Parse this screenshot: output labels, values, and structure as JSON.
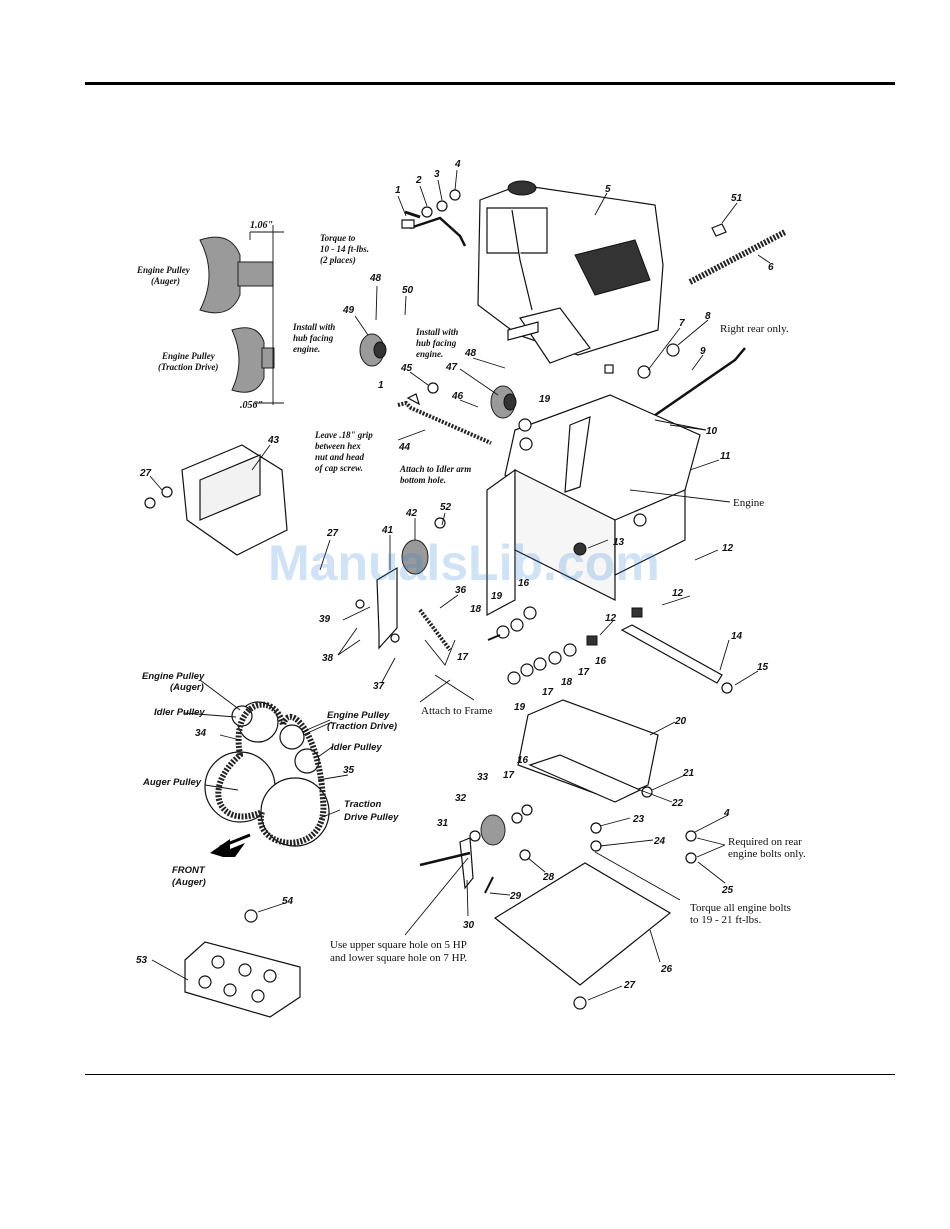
{
  "dimensions": {
    "width_top": "1.06\"",
    "width_bottom": ".056\""
  },
  "labels": {
    "engine_pulley_auger_top": [
      "Engine Pulley",
      "(Auger)"
    ],
    "engine_pulley_traction_top": [
      "Engine Pulley",
      "(Traction Drive)"
    ],
    "torque_note": [
      "Torque to",
      "10 - 14 ft-lbs.",
      "(2 places)"
    ],
    "install_hub_left": [
      "Install with",
      "hub facing",
      "engine."
    ],
    "install_hub_mid": [
      "Install with",
      "hub facing",
      "engine."
    ],
    "leave_grip": [
      "Leave .18\" grip",
      "between hex",
      "nut and head",
      "of cap screw."
    ],
    "attach_idler": [
      "Attach to Idler arm",
      "bottom hole."
    ],
    "right_rear": "Right rear only.",
    "engine": "Engine",
    "attach_frame": "Attach to Frame",
    "belt_engine_auger": [
      "Engine Pulley",
      "(Auger)"
    ],
    "belt_idler_left": "Idler Pulley",
    "belt_engine_traction": [
      "Engine Pulley",
      "(Traction Drive)"
    ],
    "belt_idler_right": "Idler Pulley",
    "belt_auger_pulley": "Auger Pulley",
    "belt_traction_pulley": [
      "Traction",
      "Drive Pulley"
    ],
    "front": [
      "FRONT",
      "(Auger)"
    ],
    "required_rear": [
      "Required on rear",
      "engine bolts only."
    ],
    "torque_engine": [
      "Torque all engine bolts",
      "to 19 - 21 ft-lbs."
    ],
    "square_hole": [
      "Use upper square hole on 5 HP",
      "and lower square hole on 7 HP."
    ],
    "watermark": "ManualsLib.com"
  },
  "callouts": [
    {
      "id": "c1a",
      "n": "1"
    },
    {
      "id": "c2",
      "n": "2"
    },
    {
      "id": "c3",
      "n": "3"
    },
    {
      "id": "c4a",
      "n": "4"
    },
    {
      "id": "c5",
      "n": "5"
    },
    {
      "id": "c51",
      "n": "51"
    },
    {
      "id": "c6",
      "n": "6"
    },
    {
      "id": "c48a",
      "n": "48"
    },
    {
      "id": "c50",
      "n": "50"
    },
    {
      "id": "c49",
      "n": "49"
    },
    {
      "id": "c8",
      "n": "8"
    },
    {
      "id": "c7",
      "n": "7"
    },
    {
      "id": "c9",
      "n": "9"
    },
    {
      "id": "c48b",
      "n": "48"
    },
    {
      "id": "c45",
      "n": "45"
    },
    {
      "id": "c47",
      "n": "47"
    },
    {
      "id": "c1b",
      "n": "1"
    },
    {
      "id": "c46",
      "n": "46"
    },
    {
      "id": "c19a",
      "n": "19"
    },
    {
      "id": "c10",
      "n": "10"
    },
    {
      "id": "c44",
      "n": "44"
    },
    {
      "id": "c43",
      "n": "43"
    },
    {
      "id": "c11",
      "n": "11"
    },
    {
      "id": "c27a",
      "n": "27"
    },
    {
      "id": "c52",
      "n": "52"
    },
    {
      "id": "c42",
      "n": "42"
    },
    {
      "id": "c27b",
      "n": "27"
    },
    {
      "id": "c41",
      "n": "41"
    },
    {
      "id": "c13",
      "n": "13"
    },
    {
      "id": "c12a",
      "n": "12"
    },
    {
      "id": "c36",
      "n": "36"
    },
    {
      "id": "c16a",
      "n": "16"
    },
    {
      "id": "c19b",
      "n": "19"
    },
    {
      "id": "c39",
      "n": "39"
    },
    {
      "id": "c18a",
      "n": "18"
    },
    {
      "id": "c12b",
      "n": "12"
    },
    {
      "id": "c12c",
      "n": "12"
    },
    {
      "id": "c14",
      "n": "14"
    },
    {
      "id": "c38",
      "n": "38"
    },
    {
      "id": "c17a",
      "n": "17"
    },
    {
      "id": "c16b",
      "n": "16"
    },
    {
      "id": "c17b",
      "n": "17"
    },
    {
      "id": "c37",
      "n": "37"
    },
    {
      "id": "c18b",
      "n": "18"
    },
    {
      "id": "c15",
      "n": "15"
    },
    {
      "id": "c17c",
      "n": "17"
    },
    {
      "id": "c34",
      "n": "34"
    },
    {
      "id": "c19c",
      "n": "19"
    },
    {
      "id": "c20",
      "n": "20"
    },
    {
      "id": "c16c",
      "n": "16"
    },
    {
      "id": "c35",
      "n": "35"
    },
    {
      "id": "c33",
      "n": "33"
    },
    {
      "id": "c17d",
      "n": "17"
    },
    {
      "id": "c21",
      "n": "21"
    },
    {
      "id": "c22",
      "n": "22"
    },
    {
      "id": "c32",
      "n": "32"
    },
    {
      "id": "c23",
      "n": "23"
    },
    {
      "id": "c4b",
      "n": "4"
    },
    {
      "id": "c31",
      "n": "31"
    },
    {
      "id": "c24",
      "n": "24"
    },
    {
      "id": "c28",
      "n": "28"
    },
    {
      "id": "c25",
      "n": "25"
    },
    {
      "id": "c29",
      "n": "29"
    },
    {
      "id": "c30",
      "n": "30"
    },
    {
      "id": "c54",
      "n": "54"
    },
    {
      "id": "c26",
      "n": "26"
    },
    {
      "id": "c53",
      "n": "53"
    },
    {
      "id": "c27c",
      "n": "27"
    }
  ]
}
